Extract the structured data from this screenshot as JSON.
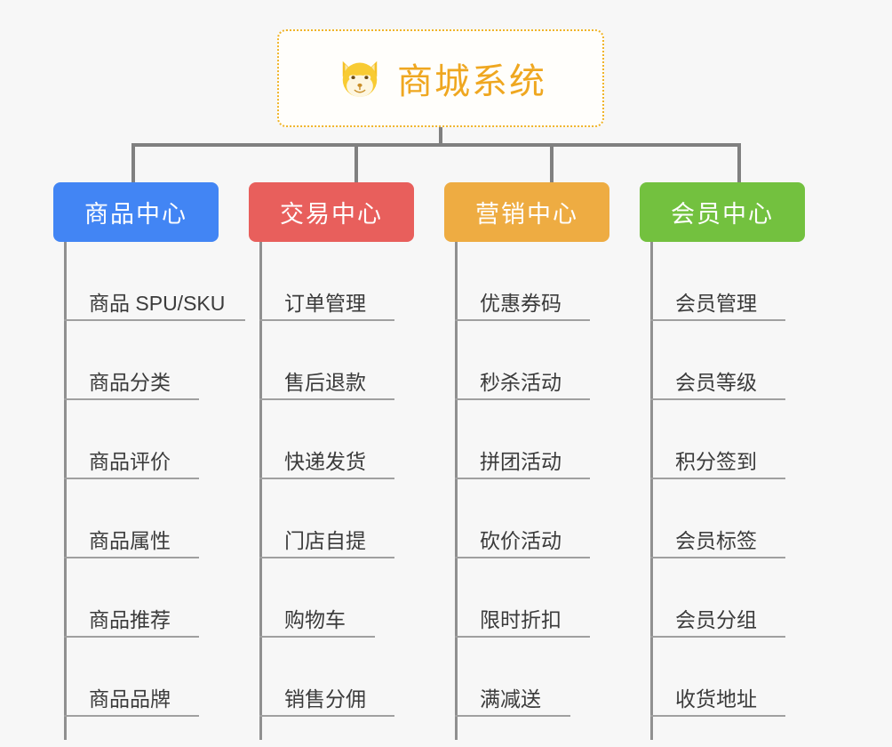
{
  "page": {
    "background_color": "#f7f7f7",
    "type": "org-chart"
  },
  "root": {
    "title": "商城系统",
    "icon": "shiba-inu-icon",
    "text_color": "#efa720",
    "border_color": "#f0b429",
    "background_color": "#fffefb"
  },
  "connector_color": "#808080",
  "columns": [
    {
      "id": "product-center",
      "header": "商品中心",
      "color": "#4285f4",
      "items": [
        {
          "label": "商品 SPU/SKU",
          "underline_width": 204
        },
        {
          "label": "商品分类",
          "underline_width": 152
        },
        {
          "label": "商品评价",
          "underline_width": 152
        },
        {
          "label": "商品属性",
          "underline_width": 152
        },
        {
          "label": "商品推荐",
          "underline_width": 152
        },
        {
          "label": "商品品牌",
          "underline_width": 152
        }
      ]
    },
    {
      "id": "trade-center",
      "header": "交易中心",
      "color": "#e85f5c",
      "items": [
        {
          "label": "订单管理",
          "underline_width": 152
        },
        {
          "label": "售后退款",
          "underline_width": 152
        },
        {
          "label": "快递发货",
          "underline_width": 152
        },
        {
          "label": "门店自提",
          "underline_width": 152
        },
        {
          "label": "购物车",
          "underline_width": 130
        },
        {
          "label": "销售分佣",
          "underline_width": 152
        }
      ]
    },
    {
      "id": "marketing-center",
      "header": "营销中心",
      "color": "#eeac42",
      "items": [
        {
          "label": "优惠券码",
          "underline_width": 152
        },
        {
          "label": "秒杀活动",
          "underline_width": 152
        },
        {
          "label": "拼团活动",
          "underline_width": 152
        },
        {
          "label": "砍价活动",
          "underline_width": 152
        },
        {
          "label": "限时折扣",
          "underline_width": 152
        },
        {
          "label": "满减送",
          "underline_width": 130
        }
      ]
    },
    {
      "id": "member-center",
      "header": "会员中心",
      "color": "#73c13f",
      "items": [
        {
          "label": "会员管理",
          "underline_width": 152
        },
        {
          "label": "会员等级",
          "underline_width": 152
        },
        {
          "label": "积分签到",
          "underline_width": 152
        },
        {
          "label": "会员标签",
          "underline_width": 152
        },
        {
          "label": "会员分组",
          "underline_width": 152
        },
        {
          "label": "收货地址",
          "underline_width": 152
        }
      ]
    }
  ]
}
